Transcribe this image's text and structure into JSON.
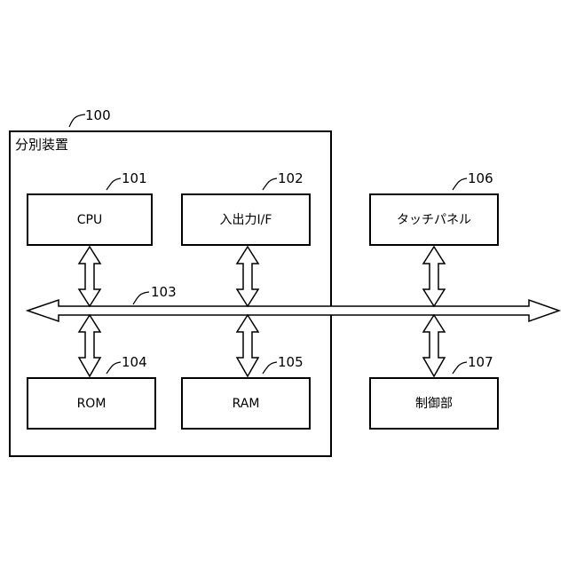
{
  "outer": {
    "title": "分別装置",
    "ref": "100"
  },
  "bus": {
    "ref": "103"
  },
  "blocks": {
    "cpu": {
      "label": "CPU",
      "ref": "101"
    },
    "io": {
      "label": "入出力I/F",
      "ref": "102"
    },
    "touch": {
      "label": "タッチパネル",
      "ref": "106"
    },
    "rom": {
      "label": "ROM",
      "ref": "104"
    },
    "ram": {
      "label": "RAM",
      "ref": "105"
    },
    "control": {
      "label": "制御部",
      "ref": "107"
    }
  }
}
